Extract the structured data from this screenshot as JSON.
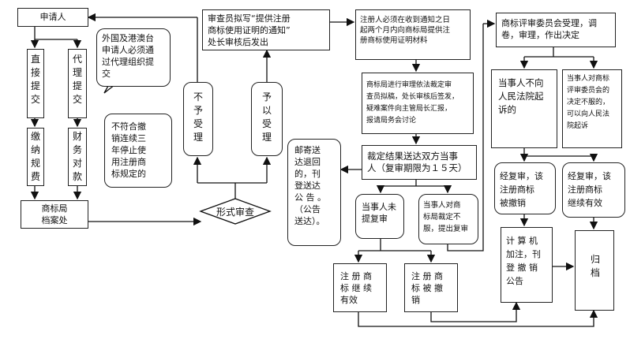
{
  "nodes": {
    "applicant": "申请人",
    "direct": "直\n接\n提\n交",
    "agent": "代\n理\n提\n交",
    "foreign_note": "外国及港澳台\n申请人必须通\n过代理组织提\n交",
    "pay_fee": "缴\n纳\n规\n费",
    "finance": "财\n务\n对\n款",
    "archive": "商标局\n档案处",
    "not_meet": "不符合撤\n销连续三\n年停止使\n用注册商\n标规定的",
    "reject": "不\n予\n受\n理",
    "accept": "予\n以\n受\n理",
    "formal_review": "形式审查",
    "mail_notice": "邮寄送\n达退回\n的，刊\n登送达\n公 告 。\n（公告\n送达）。",
    "examiner_notice": "审查员拟写“提供注册\n商标使用证明的通知”\n处长审核后发出",
    "registrant_proof": "注册人必须在收到通知之日\n起两个月内向商标局提供注\n册商标使用证明材料",
    "bureau_review": "商标局进行审理依法裁定审\n查员拟稿，处长审核后签发，\n疑难案件向主管局长汇报，\n报请局务会讨论",
    "ruling_delivery": "裁定结果送达双方当事\n人（复审期限为１５天）",
    "no_review": "当事人未\n提复审",
    "disagree_review": "当事人对商\n标局裁定不\n服，提出复审",
    "mark_valid": "注 册 商\n标 继 续\n有效",
    "mark_revoked": "注 册 商\n标 被 撤\n销",
    "trab_accept": "商标评审委员会受理，调\n卷，审理，作出决定",
    "no_suit": "当事人不向\n人民法院起\n诉的",
    "suit": "当事人对商标\n评审委员会的\n决定不服的，\n可以向人民法\n院起诉",
    "after_review_revoked": "经复审，该\n注册商标\n被撤销",
    "after_review_valid": "经复审，该\n注册商标\n继续有效",
    "computer_notice": "计 算 机\n加注，刊\n登 撤 销\n公告",
    "file_away": "归\n档"
  }
}
